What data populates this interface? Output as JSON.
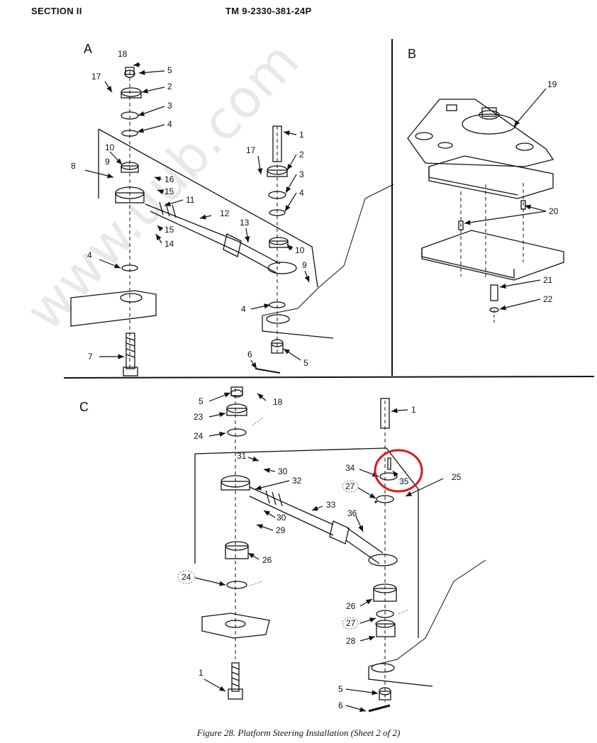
{
  "header": {
    "left": "SECTION II",
    "right": "TM 9-2330-381-24P"
  },
  "watermark": "www.uub.com",
  "caption": "Figure 28. Platform Steering Installation (Sheet 2 of 2)",
  "panels": {
    "a": "A",
    "b": "B",
    "c": "C"
  },
  "callouts": {
    "a": [
      {
        "id": "a18",
        "t": "18"
      },
      {
        "id": "a5",
        "t": "5"
      },
      {
        "id": "a17",
        "t": "17"
      },
      {
        "id": "a2",
        "t": "2"
      },
      {
        "id": "a3",
        "t": "3"
      },
      {
        "id": "a4",
        "t": "4"
      },
      {
        "id": "a10",
        "t": "10"
      },
      {
        "id": "a8",
        "t": "8"
      },
      {
        "id": "a9",
        "t": "9"
      },
      {
        "id": "a16",
        "t": "16"
      },
      {
        "id": "a15",
        "t": "15"
      },
      {
        "id": "a11",
        "t": "11"
      },
      {
        "id": "a15b",
        "t": "15"
      },
      {
        "id": "a14",
        "t": "14"
      },
      {
        "id": "a12",
        "t": "12"
      },
      {
        "id": "a13",
        "t": "13"
      },
      {
        "id": "a4b",
        "t": "4"
      },
      {
        "id": "a7",
        "t": "7"
      },
      {
        "id": "a1r",
        "t": "1"
      },
      {
        "id": "a17r",
        "t": "17"
      },
      {
        "id": "a2r",
        "t": "2"
      },
      {
        "id": "a3r",
        "t": "3"
      },
      {
        "id": "a4r",
        "t": "4"
      },
      {
        "id": "a10r",
        "t": "10"
      },
      {
        "id": "a9r",
        "t": "9"
      },
      {
        "id": "a4r2",
        "t": "4"
      },
      {
        "id": "a5r",
        "t": "5"
      },
      {
        "id": "a6r",
        "t": "6"
      }
    ],
    "b": [
      {
        "id": "b19",
        "t": "19"
      },
      {
        "id": "b20",
        "t": "20"
      },
      {
        "id": "b21",
        "t": "21"
      },
      {
        "id": "b22",
        "t": "22"
      }
    ],
    "c": [
      {
        "id": "c5",
        "t": "5"
      },
      {
        "id": "c18",
        "t": "18"
      },
      {
        "id": "c23",
        "t": "23"
      },
      {
        "id": "c24",
        "t": "24"
      },
      {
        "id": "c31",
        "t": "31"
      },
      {
        "id": "c30",
        "t": "30"
      },
      {
        "id": "c32",
        "t": "32"
      },
      {
        "id": "c30b",
        "t": "30"
      },
      {
        "id": "c29",
        "t": "29"
      },
      {
        "id": "c26",
        "t": "26"
      },
      {
        "id": "c24b",
        "t": "24"
      },
      {
        "id": "c1",
        "t": "1"
      },
      {
        "id": "c1r",
        "t": "1"
      },
      {
        "id": "c34",
        "t": "34"
      },
      {
        "id": "c35",
        "t": "35"
      },
      {
        "id": "c25",
        "t": "25"
      },
      {
        "id": "c27",
        "t": "27"
      },
      {
        "id": "c33",
        "t": "33"
      },
      {
        "id": "c36",
        "t": "36"
      },
      {
        "id": "c26r",
        "t": "26"
      },
      {
        "id": "c27b",
        "t": "27"
      },
      {
        "id": "c28",
        "t": "28"
      },
      {
        "id": "c5r",
        "t": "5"
      },
      {
        "id": "c6r",
        "t": "6"
      }
    ]
  },
  "highlight": {
    "target": "35",
    "color": "#e0161b"
  }
}
